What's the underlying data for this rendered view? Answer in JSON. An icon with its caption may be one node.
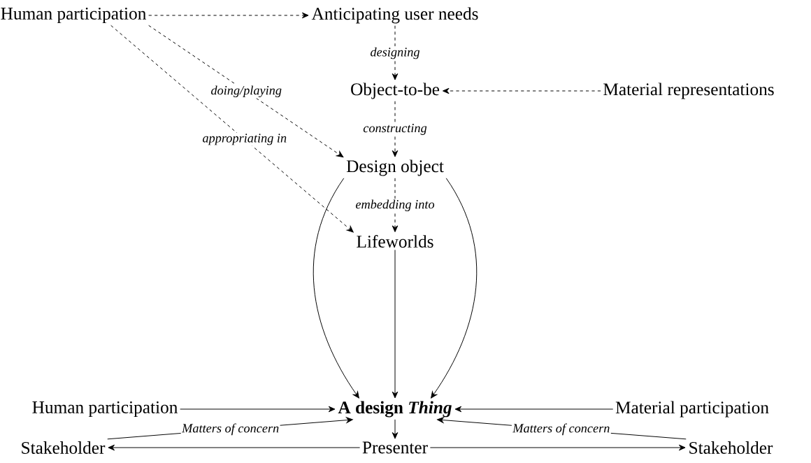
{
  "diagram": {
    "nodes": [
      {
        "text": [
          "Human participation"
        ]
      },
      {
        "text": [
          "Anticipating user needs"
        ]
      },
      {
        "text": [
          "Object-to-be"
        ]
      },
      {
        "text": [
          "Material representations"
        ]
      },
      {
        "text": [
          "Design object"
        ]
      },
      {
        "text": [
          "Lifeworlds"
        ]
      },
      {
        "text": [
          "A design *Thing*"
        ]
      },
      {
        "text": [
          "Human participation"
        ]
      },
      {
        "text": [
          "Material participation"
        ]
      },
      {
        "text": [
          "Presenter"
        ]
      },
      {
        "text": [
          "Stakeholder"
        ]
      },
      {
        "text": [
          "Stakeholder"
        ]
      }
    ],
    "edges": [
      {
        "from": 0,
        "to": 1,
        "arrow": "to",
        "style": "dashed"
      },
      {
        "from": 1,
        "to": 2,
        "arrow": "to",
        "style": "dashed",
        "label": "designing"
      },
      {
        "from": 3,
        "to": 2,
        "arrow": "to",
        "style": "dashed"
      },
      {
        "from": 2,
        "to": 4,
        "arrow": "to",
        "style": "dashed",
        "label": "constructing"
      },
      {
        "from": 0,
        "to": 4,
        "arrow": "to",
        "style": "dashed",
        "label": "doing/playing"
      },
      {
        "from": 0,
        "to": 5,
        "arrow": "to",
        "style": "dashed",
        "label": "appropriating in"
      },
      {
        "from": 4,
        "to": 5,
        "arrow": "to",
        "style": "dashed",
        "label": "embedding into"
      },
      {
        "from": 4,
        "to": 6,
        "arrow": "to"
      },
      {
        "from": 5,
        "to": 6,
        "arrow": "to"
      },
      {
        "from": 4,
        "to": 6,
        "arrow": "to"
      },
      {
        "from": 7,
        "to": 6,
        "arrow": "to"
      },
      {
        "from": 8,
        "to": 6,
        "arrow": "to"
      },
      {
        "from": 10,
        "to": 6,
        "arrow": "to",
        "label": "Matters of concern"
      },
      {
        "from": 11,
        "to": 6,
        "arrow": "to",
        "label": "Matters of concern"
      },
      {
        "from": 6,
        "to": 9,
        "arrow": "to"
      },
      {
        "from": 9,
        "to": 10,
        "arrow": "to"
      },
      {
        "from": 9,
        "to": 11,
        "arrow": "to"
      }
    ]
  }
}
